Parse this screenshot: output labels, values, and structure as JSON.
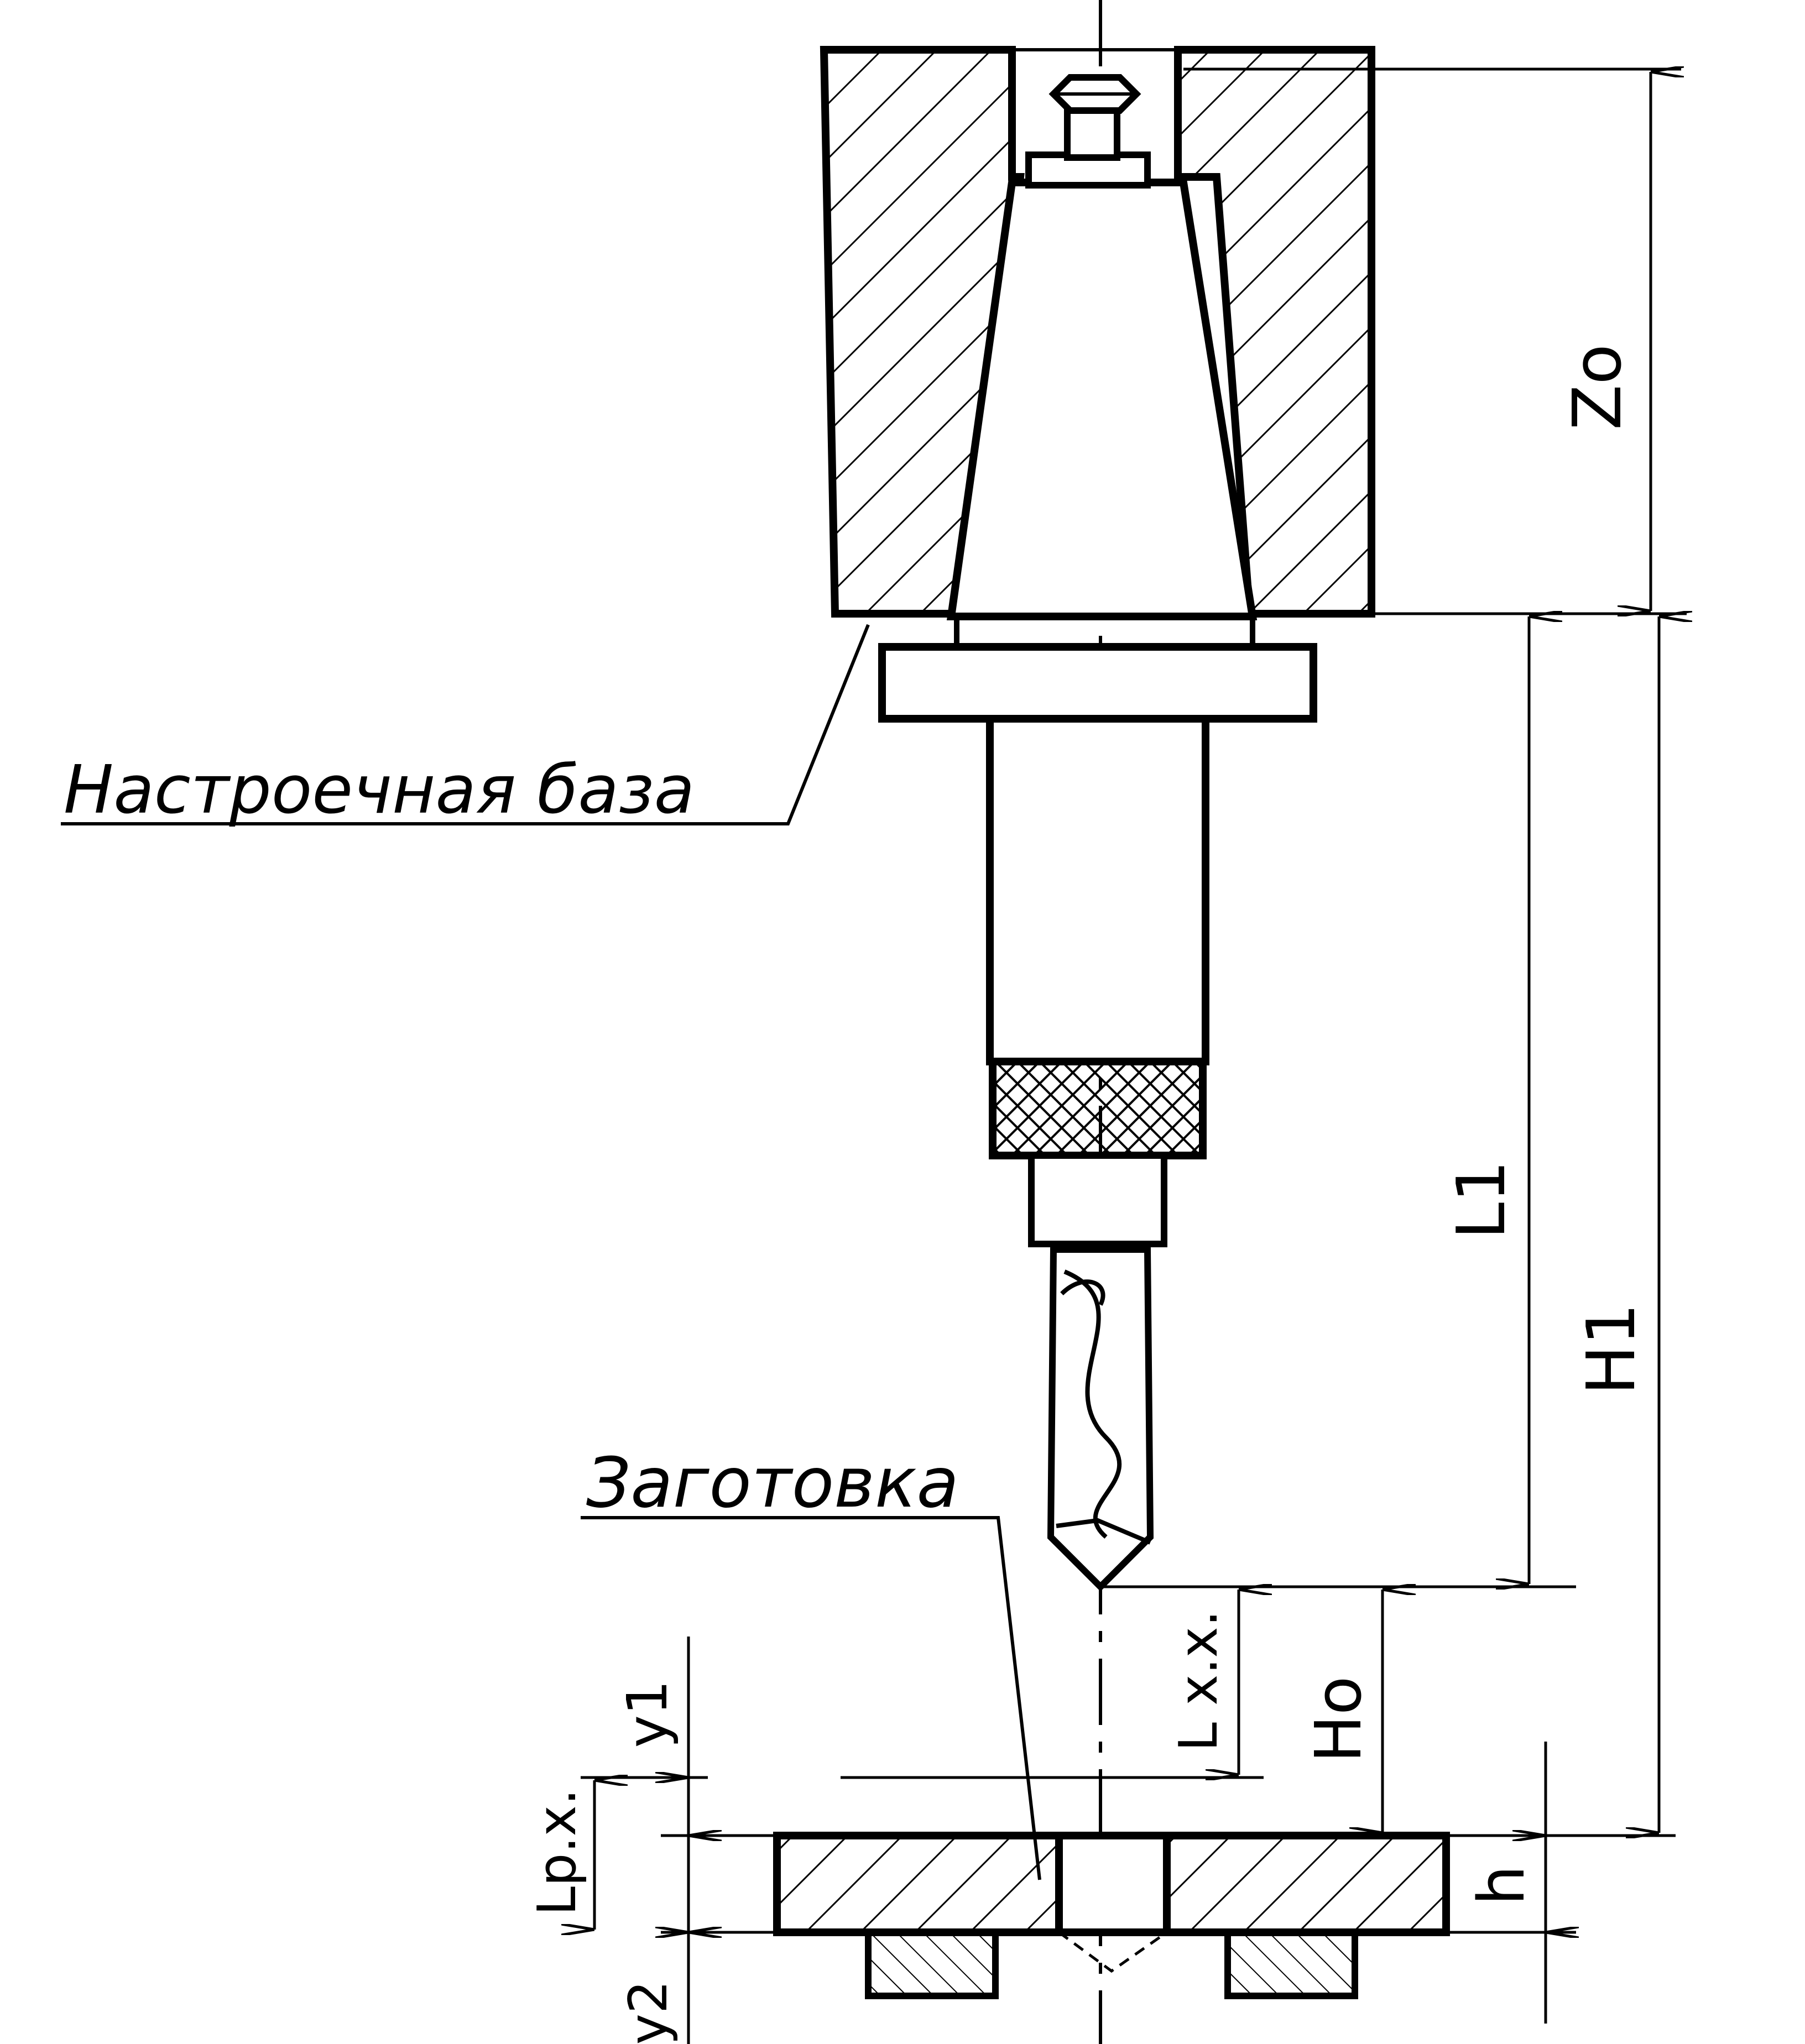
{
  "labels": {
    "setup_base": "Настроечная база",
    "workpiece": "Заготовка"
  },
  "dimensions": {
    "z0": "Zo",
    "h1": "H1",
    "l1": "L1",
    "h0": "Ho",
    "lxx": "L x.x.",
    "lpx": "Lp.x.",
    "y1": "y1",
    "y2": "y2",
    "h": "h"
  },
  "colors": {
    "ink": "#000000",
    "paper": "#ffffff"
  }
}
